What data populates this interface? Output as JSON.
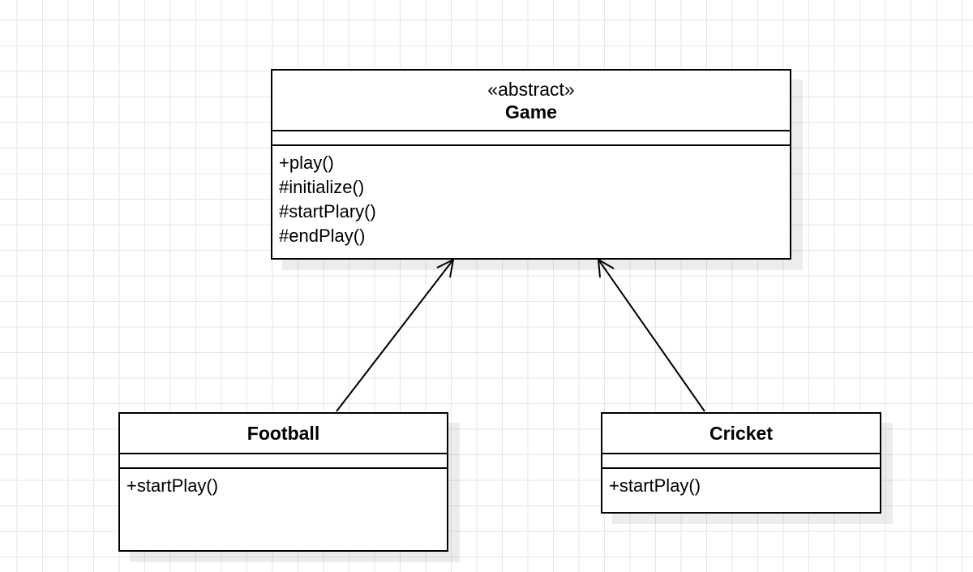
{
  "diagram": {
    "classes": [
      {
        "id": "game",
        "stereotype": "«abstract»",
        "name": "Game",
        "methods": [
          "+play()",
          "#initialize()",
          "#startPlary()",
          "#endPlay()"
        ]
      },
      {
        "id": "football",
        "name": "Football",
        "methods": [
          "+startPlay()"
        ]
      },
      {
        "id": "cricket",
        "name": "Cricket",
        "methods": [
          "+startPlay()"
        ]
      }
    ],
    "relations": [
      {
        "from": "football",
        "to": "game",
        "kind": "inheritance"
      },
      {
        "from": "cricket",
        "to": "game",
        "kind": "inheritance"
      }
    ],
    "colors": {
      "line": "#000000",
      "grid": "#e6e6e6",
      "background": "#ffffff"
    }
  }
}
